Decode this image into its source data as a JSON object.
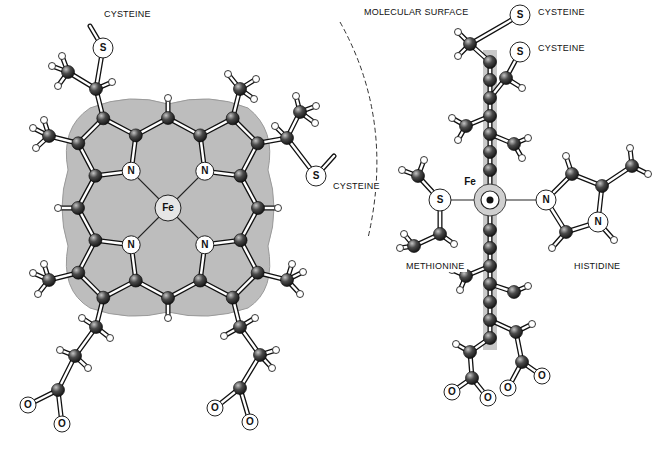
{
  "diagram": {
    "labels": [
      "CYSTEINE",
      "MOLECULAR SURFACE",
      "CYSTEINE",
      "S",
      "S",
      "N",
      "N",
      "Fe",
      "N",
      "N",
      "O",
      "O",
      "O",
      "O",
      "CYSTEINE",
      "S",
      "CYSTEINE",
      "S",
      "Fe",
      "S",
      "N",
      "N",
      "METHIONINE",
      "HISTIDINE",
      "O",
      "O",
      "O",
      "O"
    ]
  }
}
